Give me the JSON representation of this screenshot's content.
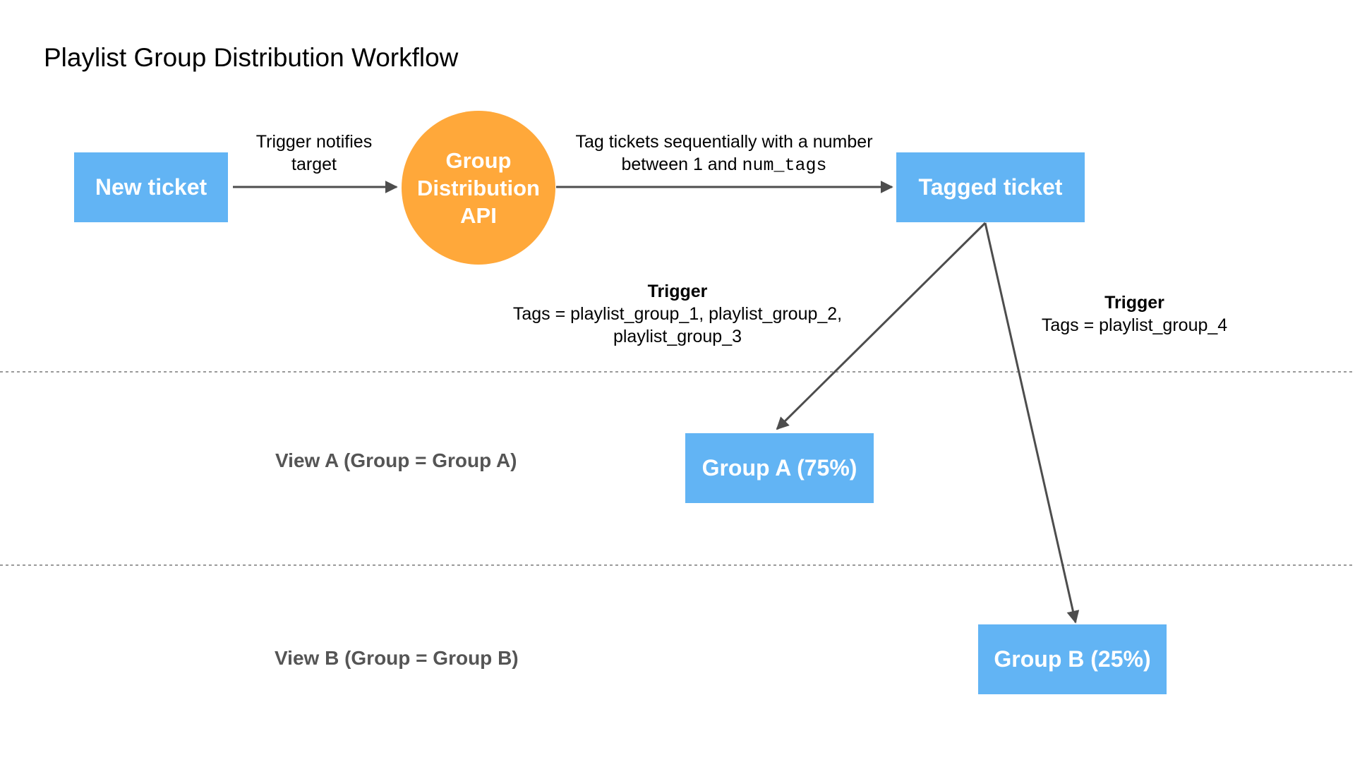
{
  "title": "Playlist Group Distribution Workflow",
  "nodes": {
    "new_ticket": "New ticket",
    "api": [
      "Group",
      "Distribution",
      "API"
    ],
    "tagged_ticket": "Tagged ticket",
    "group_a": "Group A (75%)",
    "group_b": "Group B (25%)"
  },
  "edges": {
    "trigger_notifies": [
      "Trigger notifies",
      "target"
    ],
    "tag_sequential": {
      "line1": "Tag tickets sequentially with a number",
      "line2_prefix": "between 1 and ",
      "line2_code": "num_tags"
    },
    "trigger_a": {
      "heading": "Trigger",
      "line1": "Tags = playlist_group_1, playlist_group_2,",
      "line2": "playlist_group_3"
    },
    "trigger_b": {
      "heading": "Trigger",
      "line1": "Tags = playlist_group_4"
    }
  },
  "views": {
    "view_a": "View A (Group = Group A)",
    "view_b": "View B (Group = Group B)"
  },
  "colors": {
    "box": "#62b4f4",
    "circle": "#ffa83a",
    "arrow": "#4d4d4d",
    "divider": "#9a9a9a",
    "view_text": "#555555"
  }
}
